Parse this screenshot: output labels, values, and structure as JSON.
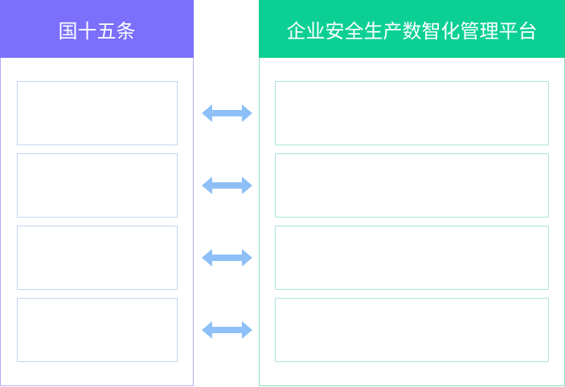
{
  "left_panel": {
    "title": "国十五条",
    "header_color": "#7b6ffb",
    "border_color": "#b6aaf5",
    "slots": [
      "",
      "",
      "",
      ""
    ]
  },
  "right_panel": {
    "title": "企业安全生产数智化管理平台",
    "header_color": "#0ccf94",
    "border_color": "#8fdcc6",
    "slots": [
      "",
      "",
      "",
      ""
    ]
  },
  "connectors": {
    "count": 4,
    "style": "double-headed-arrow",
    "color": "#8ec0f7"
  }
}
